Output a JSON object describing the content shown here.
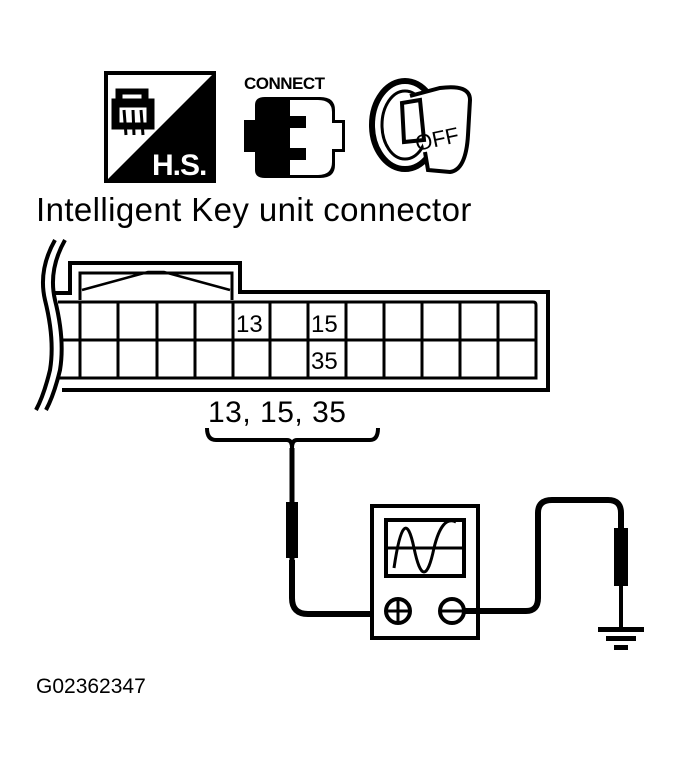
{
  "icons": [
    {
      "name": "hs-harness-connector-icon",
      "label": "H.S."
    },
    {
      "name": "connect-icon",
      "label": "CONNECT"
    },
    {
      "name": "ignition-key-off-icon",
      "label": "OFF"
    }
  ],
  "diagram": {
    "title": "Intelligent Key unit connector",
    "connector": {
      "rows": 2,
      "columns": 12,
      "labeled_pins": [
        {
          "pin": "13",
          "row": 1,
          "col": 5
        },
        {
          "pin": "15",
          "row": 1,
          "col": 7
        },
        {
          "pin": "35",
          "row": 2,
          "col": 7
        }
      ]
    },
    "probe_pins_label": "13, 15, 35",
    "instrument": {
      "name": "oscilloscope",
      "positive_terminal": "+",
      "negative_terminal": "−"
    },
    "ground": "ground"
  },
  "figure_id": "G02362347",
  "colors": {
    "ink": "#000000",
    "background": "#ffffff"
  }
}
